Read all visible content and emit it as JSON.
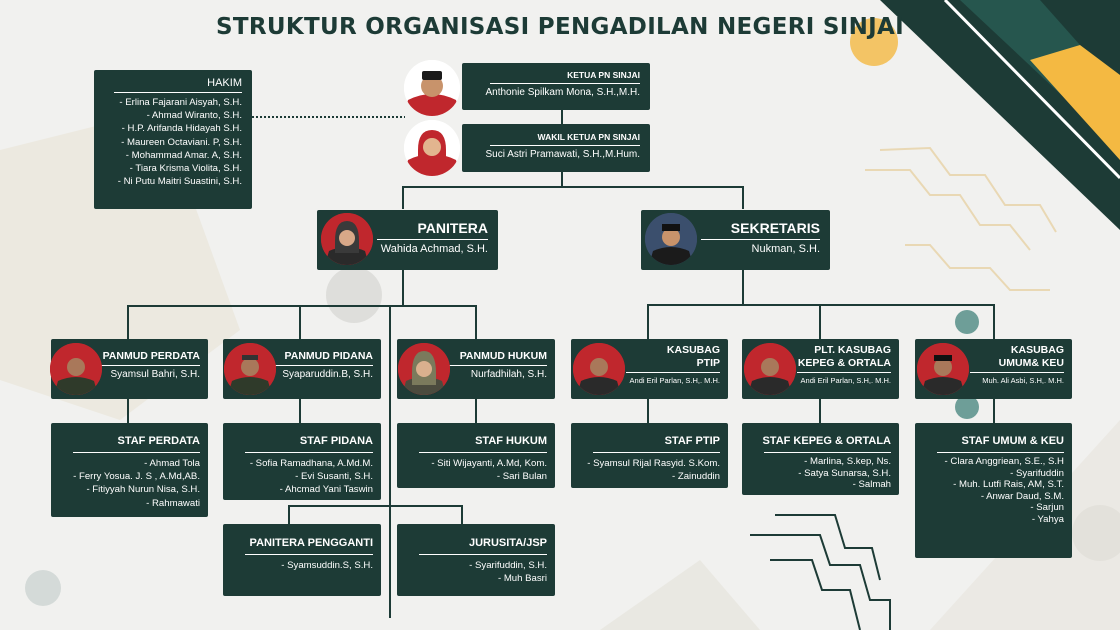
{
  "title": "STRUKTUR ORGANISASI PENGADILAN NEGERI SINJAI",
  "hakim": {
    "heading": "HAKIM",
    "members": [
      "- Erlina Fajarani Aisyah, S.H.",
      "- Ahmad Wiranto, S.H.",
      "- H.P. Arifanda Hidayah S.H.",
      "- Maureen Octaviani. P, S.H.",
      "- Mohammad Amar. A, S.H.",
      "- Tiara Krisma Violita, S.H.",
      "- Ni Putu Maitri Suastini, S.H."
    ]
  },
  "ketua": {
    "role": "KETUA PN SINJAI",
    "name": "Anthonie Spilkam Mona, S.H.,M.H."
  },
  "wakil": {
    "role": "WAKIL KETUA PN SINJAI",
    "name": "Suci Astri Pramawati, S.H.,M.Hum."
  },
  "panitera": {
    "role": "PANITERA",
    "name": "Wahida Achmad, S.H."
  },
  "sekretaris": {
    "role": "SEKRETARIS",
    "name": "Nukman, S.H."
  },
  "panmud_perdata": {
    "role": "PANMUD PERDATA",
    "name": "Syamsul Bahri, S.H."
  },
  "panmud_pidana": {
    "role": "PANMUD PIDANA",
    "name": "Syaparuddin.B, S.H."
  },
  "panmud_hukum": {
    "role": "PANMUD HUKUM",
    "name": "Nurfadhilah, S.H."
  },
  "kasubag_ptip": {
    "role1": "KASUBAG",
    "role2": "PTIP",
    "name": "Andi Eril Parlan, S.H,. M.H."
  },
  "kasubag_kepeg": {
    "role1": "PLT. KASUBAG",
    "role2": "KEPEG & ORTALA",
    "name": "Andi Eril Parlan, S.H,. M.H."
  },
  "kasubag_umum": {
    "role1": "KASUBAG",
    "role2": "UMUM& KEU",
    "name": "Muh. Ali Asbi, S.H,. M.H."
  },
  "staf_perdata": {
    "heading": "STAF PERDATA",
    "members": [
      "- Ahmad Tola",
      "- Ferry Yosua. J. S , A.Md,AB.",
      "- Fitiyyah Nurun Nisa, S.H.",
      "- Rahmawati"
    ]
  },
  "staf_pidana": {
    "heading": "STAF PIDANA",
    "members": [
      "- Sofia Ramadhana, A.Md.M.",
      "- Evi Susanti, S.H.",
      "- Ahcmad Yani Taswin"
    ]
  },
  "staf_hukum": {
    "heading": "STAF HUKUM",
    "members": [
      "- Siti Wijayanti, A.Md, Kom.",
      "- Sari Bulan"
    ]
  },
  "staf_ptip": {
    "heading": "STAF PTIP",
    "members": [
      "- Syamsul Rijal Rasyid. S.Kom.",
      "- Zainuddin"
    ]
  },
  "staf_kepeg": {
    "heading": "STAF KEPEG & ORTALA",
    "members": [
      "- Marlina, S.kep, Ns.",
      "- Satya Sunarsa, S.H.",
      "- Salmah"
    ]
  },
  "staf_umum": {
    "heading": "STAF UMUM & KEU",
    "members": [
      "- Clara Anggriean, S.E., S.H",
      "- Syarifuddin",
      "- Muh. Lutfi Rais, AM, S.T.",
      "- Anwar Daud, S.M.",
      "- Sarjun",
      "- Yahya"
    ]
  },
  "panitera_pengganti": {
    "heading": "PANITERA PENGGANTI",
    "members": [
      "- Syamsuddin.S, S.H."
    ]
  },
  "jurusita": {
    "heading": "JURUSITA/JSP",
    "members": [
      "- Syarifuddin, S.H.",
      "- Muh Basri"
    ]
  },
  "colors": {
    "box": "#1d3b36",
    "accent": "#f4b942",
    "background": "#f1f1ef",
    "photo_bg": "#c0272d"
  }
}
